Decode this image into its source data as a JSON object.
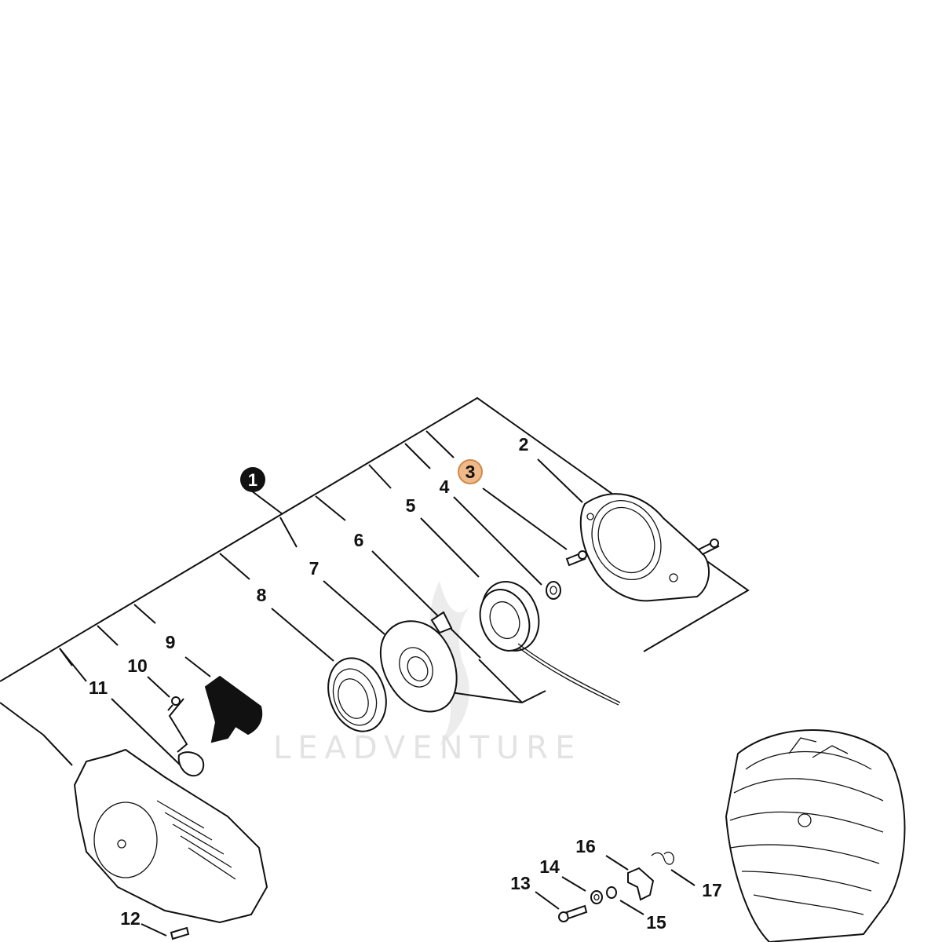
{
  "watermark": "LEADVENTURE",
  "colors": {
    "highlight_fill": "#f0b98a",
    "highlight_stroke": "#d08a4a",
    "line": "#111111",
    "badge_fill": "#111111"
  },
  "badge": {
    "label": "1"
  },
  "highlighted": {
    "label": "3"
  },
  "callouts": {
    "c2": "2",
    "c4": "4",
    "c5": "5",
    "c6": "6",
    "c7": "7",
    "c8": "8",
    "c9": "9",
    "c10": "10",
    "c11": "11",
    "c12": "12",
    "c13": "13",
    "c14": "14",
    "c15": "15",
    "c16": "16",
    "c17": "17"
  }
}
